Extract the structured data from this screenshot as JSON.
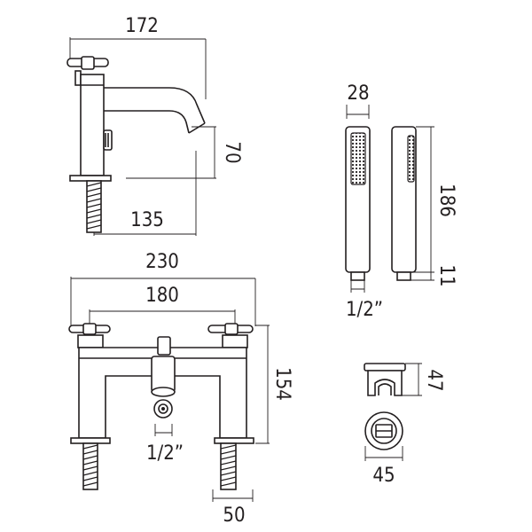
{
  "dimensions": {
    "basin_width": "172",
    "basin_reach": "135",
    "basin_height": "70",
    "bridge_width": "230",
    "bridge_centres": "180",
    "bridge_height": "154",
    "bridge_connection": "1/2”",
    "bridge_tail": "50",
    "handset_diameter": "28",
    "handset_length": "186",
    "handset_hose_nut": "11",
    "handset_connection": "1/2”",
    "bracket_height": "47",
    "bracket_diameter": "45"
  },
  "colors": {
    "line": "#231f20",
    "background": "#ffffff"
  }
}
